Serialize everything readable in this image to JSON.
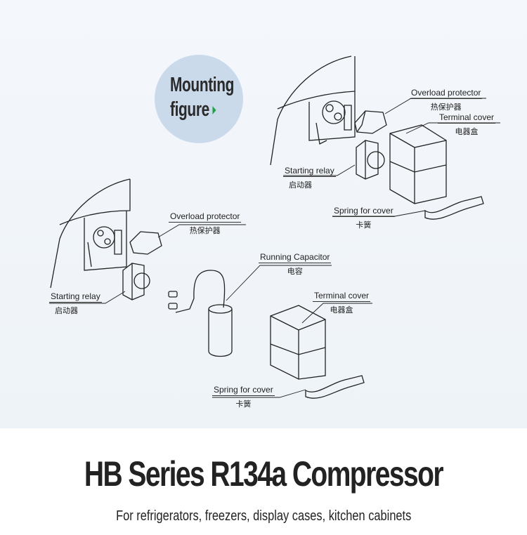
{
  "badge": {
    "line1": "Mounting",
    "line2": "figure"
  },
  "top_assembly": {
    "overload_protector": {
      "en": "Overload protector",
      "cn": "热保护器"
    },
    "terminal_cover": {
      "en": "Terminal cover",
      "cn": "电器盒"
    },
    "starting_relay": {
      "en": "Starting relay",
      "cn": "启动器"
    },
    "spring_for_cover": {
      "en": "Spring for cover",
      "cn": "卡簧"
    }
  },
  "bottom_assembly": {
    "overload_protector": {
      "en": "Overload protector",
      "cn": "热保护器"
    },
    "starting_relay": {
      "en": "Starting relay",
      "cn": "启动器"
    },
    "running_capacitor": {
      "en": "Running Capacitor",
      "cn": "电容"
    },
    "terminal_cover": {
      "en": "Terminal cover",
      "cn": "电器盒"
    },
    "spring_for_cover": {
      "en": "Spring for cover",
      "cn": "卡簧"
    }
  },
  "title": "HB Series R134a Compressor",
  "subtitle": "For refrigerators, freezers, display cases, kitchen cabinets",
  "colors": {
    "badge": "#cbdaeb",
    "arrow": "#1fa14a",
    "text": "#222222"
  }
}
